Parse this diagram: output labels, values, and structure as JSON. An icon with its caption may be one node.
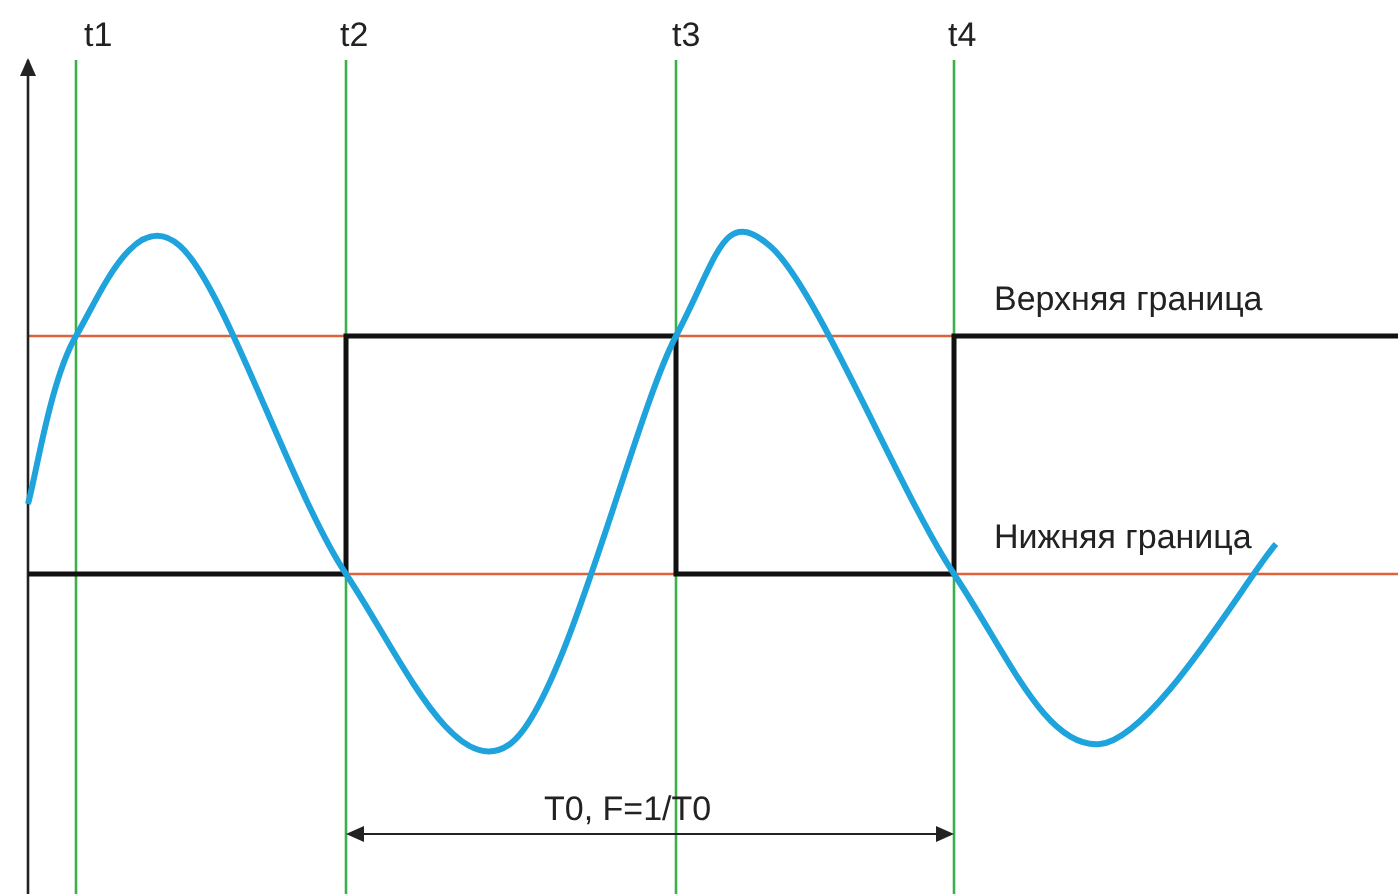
{
  "diagram": {
    "labels": [
      "t1",
      "t2",
      "t3",
      "t4",
      "Верхняя граница",
      "Нижняя граница",
      "T0, F=1/T0"
    ]
  }
}
